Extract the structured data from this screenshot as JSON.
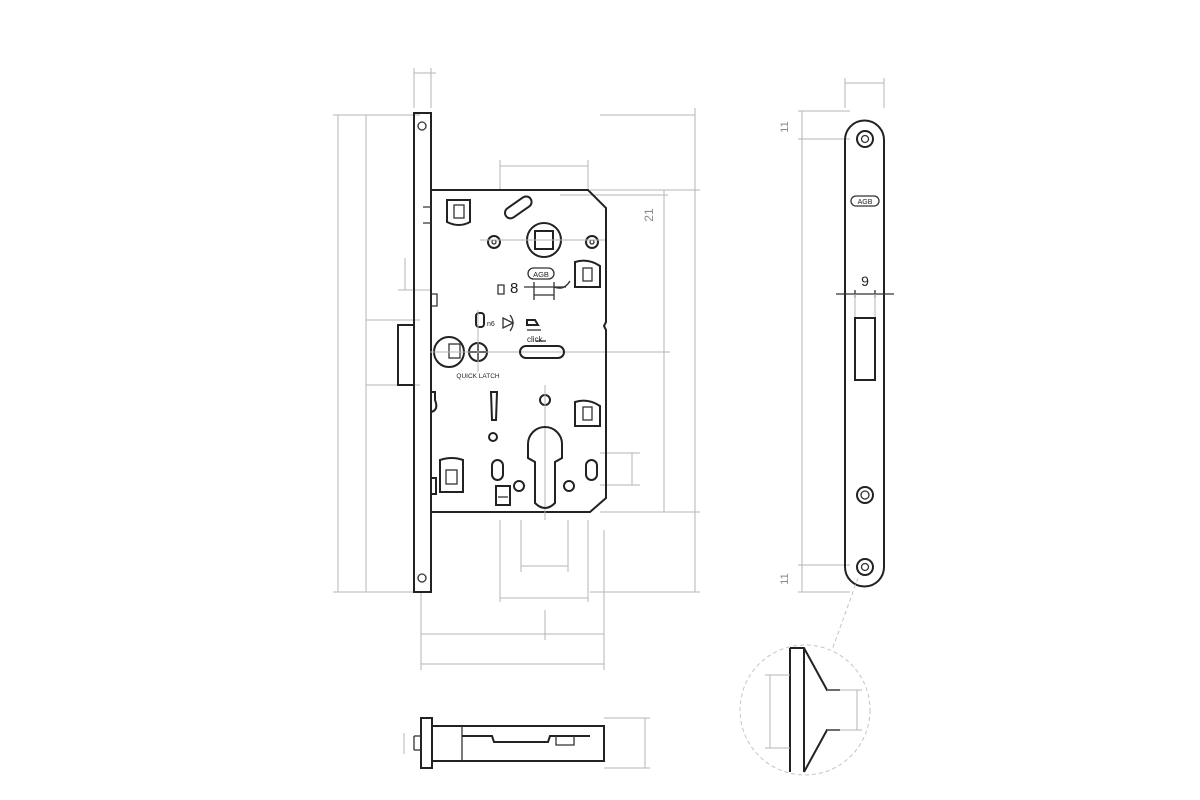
{
  "labels": {
    "spindle_size": "8",
    "quick_latch": "QUICK LATCH",
    "click": "click",
    "spring_mark": "n6",
    "brand_body": "AGB",
    "brand_plate": "AGB",
    "strike_width": "9",
    "top_hole_offset": "11",
    "bottom_hole_offset": "11",
    "latch_height": "21"
  },
  "colors": {
    "line": "#222222",
    "dimension": "#b5b5b5",
    "background": "#ffffff"
  }
}
